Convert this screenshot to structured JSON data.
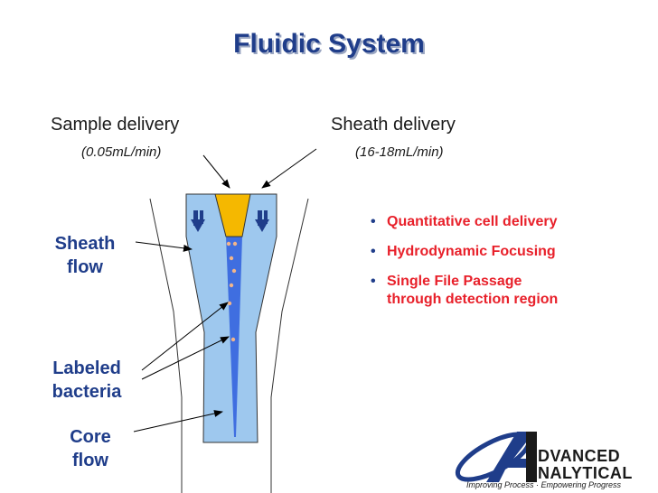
{
  "title": "Fluidic System",
  "sample": {
    "heading": "Sample delivery",
    "rate": "(0.05mL/min)"
  },
  "sheath": {
    "heading": "Sheath delivery",
    "rate": "(16-18mL/min)"
  },
  "labels": {
    "sheath_flow": [
      "Sheath",
      "flow"
    ],
    "labeled_bacteria": [
      "Labeled",
      "bacteria"
    ],
    "core_flow": [
      "Core",
      "flow"
    ]
  },
  "bullets": [
    {
      "lines": [
        "Quantitative cell delivery"
      ]
    },
    {
      "lines": [
        "Hydrodynamic Focusing"
      ]
    },
    {
      "lines": [
        "Single File Passage",
        "through detection region"
      ]
    }
  ],
  "logo": {
    "line1": "DVANCED",
    "line2": "NALYTICAL",
    "tagline": "Improving Process · Empowering Progress"
  },
  "colors": {
    "title": "#1f3d8a",
    "bullet_text": "#e8202a",
    "sheath_fluid": "#9ec8ee",
    "core_stream": "#3f6ee0",
    "sample_inlet": "#f5b800"
  }
}
